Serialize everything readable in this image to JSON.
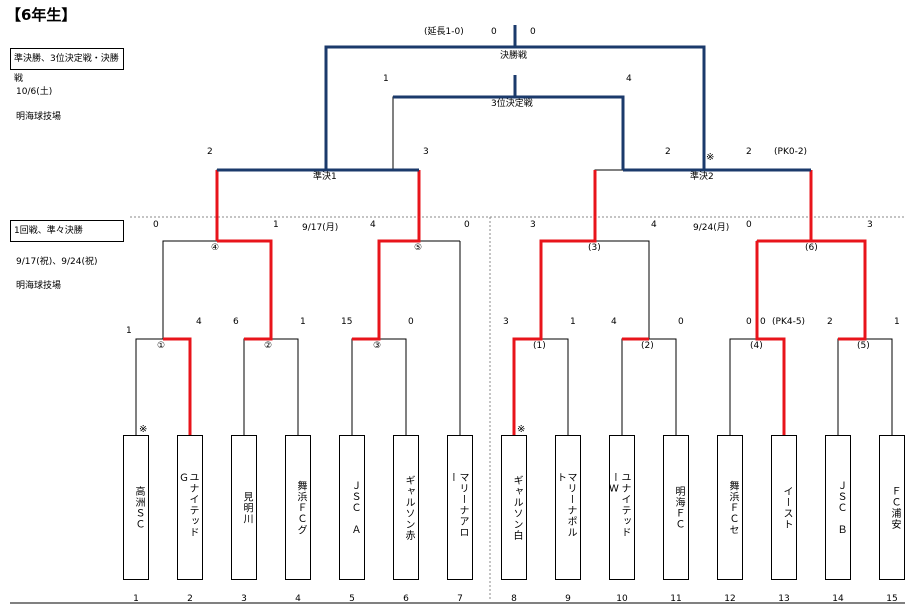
{
  "title": "【6年生】",
  "finals_box": "準決勝、3位決定戦・決勝戦",
  "finals_date": "10/6(土)",
  "finals_venue": "明海球技場",
  "early_box": "1回戦、準々決勝",
  "early_date": "9/17(祝)、9/24(祝)",
  "early_venue": "明海球技場",
  "final": {
    "label": "決勝戦",
    "note": "(延長1-0)",
    "left_score": "0",
    "right_score": "0"
  },
  "third": {
    "label": "3位決定戦",
    "left_score": "1",
    "right_score": "4"
  },
  "semi1": {
    "label": "準決1",
    "left_score": "2",
    "right_score": "3"
  },
  "semi2": {
    "label": "準決2",
    "left_score": "2",
    "right_score": "2",
    "note": "(PK0-2)",
    "mark": "※"
  },
  "qf_date_left": "9/17(月)",
  "qf_date_right": "9/24(月)",
  "qf": [
    {
      "label": "④",
      "left_score": "0",
      "right_score": "1"
    },
    {
      "label": "⑤",
      "left_score": "4",
      "right_score": "0"
    },
    {
      "label": "(3)",
      "left_score": "3",
      "right_score": "4"
    },
    {
      "label": "(6)",
      "left_score": "0",
      "right_score": "3"
    }
  ],
  "r1": [
    {
      "label": "①",
      "left_score": "4"
    },
    {
      "label": "②",
      "left_score": "6",
      "right_score": "1"
    },
    {
      "label": "③",
      "left_score": "15",
      "right_score": "0"
    },
    {
      "label": "(1)",
      "left_score": "3",
      "right_score": "1"
    },
    {
      "label": "(2)",
      "left_score": "4",
      "right_score": "0"
    },
    {
      "label": "(4)",
      "left_score": "0",
      "right_score": "0",
      "note": "(PK4-5)"
    },
    {
      "label": "(5)",
      "left_score": "2",
      "right_score": "1"
    }
  ],
  "bye_score": "1",
  "bye_mark_left": "※",
  "bye_mark_right": "※",
  "teams": [
    {
      "name": "高洲ＳＣ",
      "num": "1"
    },
    {
      "name": "ユナイテッドＧ",
      "num": "2"
    },
    {
      "name": "見明川",
      "num": "3"
    },
    {
      "name": "舞浜ＦＣグ",
      "num": "4"
    },
    {
      "name": "ＪＳＣ　Ａ",
      "num": "5"
    },
    {
      "name": "ギャルソン赤",
      "num": "6"
    },
    {
      "name": "マリーナアロー",
      "num": "7"
    },
    {
      "name": "ギャルソン白",
      "num": "8"
    },
    {
      "name": "マリーナポルト",
      "num": "9"
    },
    {
      "name": "ユナイテッドーW",
      "num": "10"
    },
    {
      "name": "明海ＦＣ",
      "num": "11"
    },
    {
      "name": "舞浜ＦＣセ",
      "num": "12"
    },
    {
      "name": "イースト",
      "num": "13"
    },
    {
      "name": "ＪＳＣ　Ｂ",
      "num": "14"
    },
    {
      "name": "ＦＣ浦安",
      "num": "15"
    }
  ]
}
